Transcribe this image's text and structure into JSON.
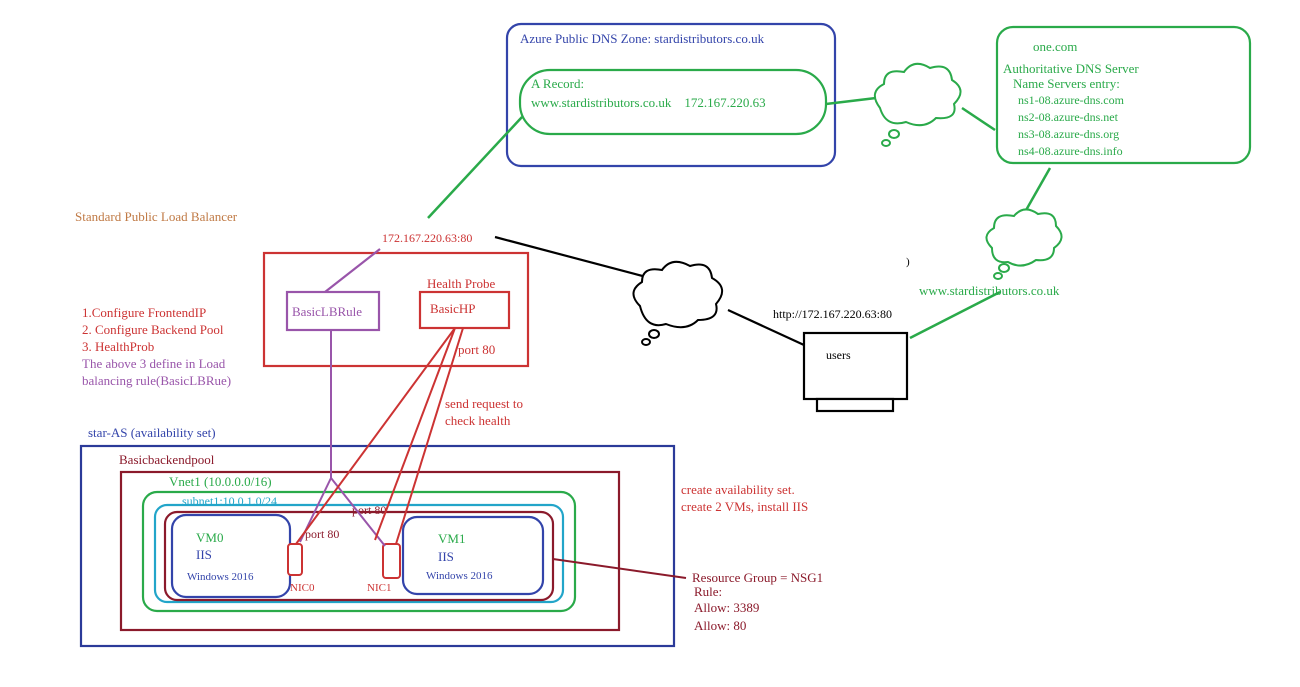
{
  "colors": {
    "dns_zone": "#3344aa",
    "green": "#2aaa4a",
    "red": "#cc3333",
    "purple": "#9955aa",
    "orange": "#c07a45",
    "navy": "#2b3a99",
    "maroon": "#8b1a2b",
    "cyan": "#22a5c9",
    "blue_text": "#3344aa",
    "black": "#000000"
  },
  "dns_zone": {
    "title": "Azure Public DNS Zone: stardistributors.co.uk",
    "record_title": "A Record:",
    "record_value": "www.stardistributors.co.uk    172.167.220.63"
  },
  "onecom": {
    "title": "one.com",
    "subtitle": "Authoritative DNS Server",
    "entry_title": "Name Servers entry:",
    "servers": [
      "ns1-08.azure-dns.com",
      "ns2-08.azure-dns.net",
      "ns3-08.azure-dns.org",
      "ns4-08.azure-dns.info"
    ]
  },
  "lb": {
    "title": "Standard Public Load Balancer",
    "frontend_ip": "172.167.220.63:80",
    "health_probe_label": "Health Probe",
    "rule_name": "BasicLBRule",
    "probe_name": "BasicHP",
    "probe_port": "port 80"
  },
  "steps": {
    "step1": "1.Configure FrontendIP",
    "step2": "2. Configure Backend Pool",
    "step3": "3. HealthProb",
    "note_line1": "The above 3 define in Load",
    "note_line2": "balancing rule(BasicLBRue)"
  },
  "probe_note": {
    "line1": "send request to",
    "line2": "check health"
  },
  "users": {
    "url": "http://172.167.220.63:80",
    "label": "users",
    "site": "www.stardistributors.co.uk",
    "stray_mark": ")"
  },
  "availability_set": {
    "label": "star-AS (availability set)",
    "pool_label": "Basicbackendpool",
    "vnet_label": "Vnet1 (10.0.0.0/16)",
    "subnet_label": "subnet1:10.0.1.0/24",
    "port_top_label": "port 80",
    "port_nic0_label": "port 80"
  },
  "vms": [
    {
      "name": "VM0",
      "role": "IIS",
      "os": "Windows 2016",
      "nic": "NIC0"
    },
    {
      "name": "VM1",
      "role": "IIS",
      "os": "Windows 2016",
      "nic": "NIC1"
    }
  ],
  "notes": {
    "line1": "create availability set.",
    "line2": "create 2 VMs, install IIS"
  },
  "nsg": {
    "title": "Resource Group = NSG1",
    "rule_label": "Rule:",
    "rule1": "Allow: 3389",
    "rule2": "Allow: 80"
  }
}
